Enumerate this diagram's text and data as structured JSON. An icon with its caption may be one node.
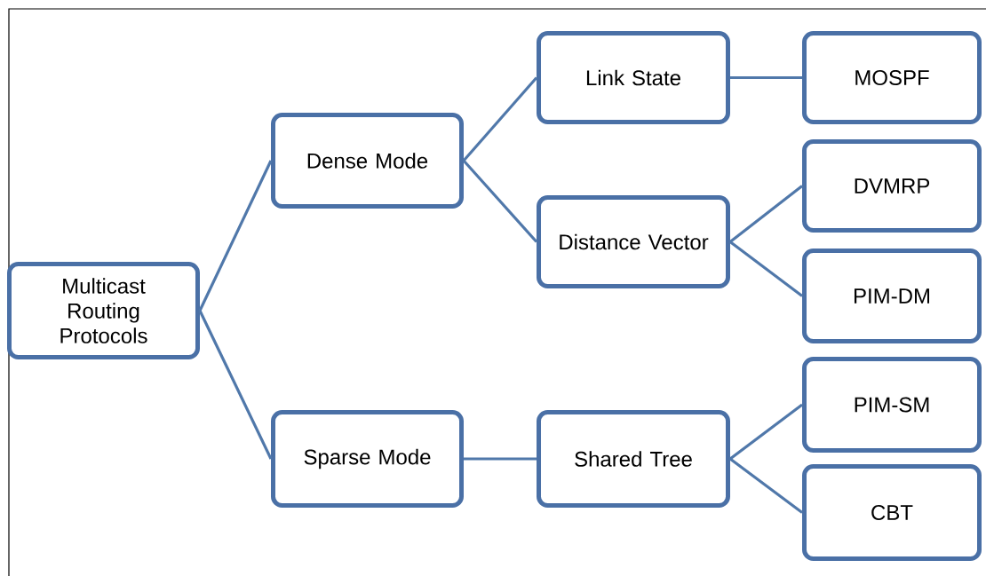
{
  "diagram": {
    "nodes": [
      {
        "text": [
          "Multicast Routing Protocols"
        ]
      },
      {
        "text": [
          "Dense Mode"
        ]
      },
      {
        "text": [
          "Sparse Mode"
        ]
      },
      {
        "text": [
          "Link State"
        ]
      },
      {
        "text": [
          "Distance Vector"
        ]
      },
      {
        "text": [
          "Shared Tree"
        ]
      },
      {
        "text": [
          "MOSPF"
        ]
      },
      {
        "text": [
          "DVMRP"
        ]
      },
      {
        "text": [
          "PIM-DM"
        ]
      },
      {
        "text": [
          "PIM-SM"
        ]
      },
      {
        "text": [
          "CBT"
        ]
      }
    ],
    "edges": [
      {
        "from": 0,
        "to": 1,
        "arrow": "none"
      },
      {
        "from": 0,
        "to": 2,
        "arrow": "none"
      },
      {
        "from": 1,
        "to": 3,
        "arrow": "none"
      },
      {
        "from": 1,
        "to": 4,
        "arrow": "none"
      },
      {
        "from": 3,
        "to": 6,
        "arrow": "none"
      },
      {
        "from": 4,
        "to": 7,
        "arrow": "none"
      },
      {
        "from": 4,
        "to": 8,
        "arrow": "none"
      },
      {
        "from": 2,
        "to": 5,
        "arrow": "none"
      },
      {
        "from": 5,
        "to": 9,
        "arrow": "none"
      },
      {
        "from": 5,
        "to": 10,
        "arrow": "none"
      }
    ]
  }
}
